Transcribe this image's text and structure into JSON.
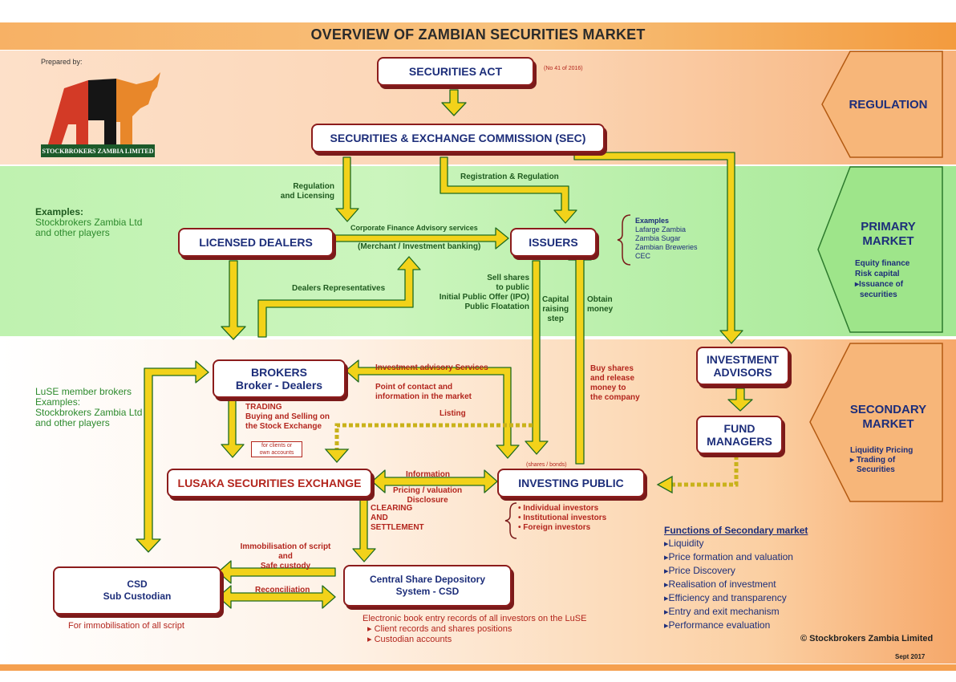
{
  "title": "OVERVIEW OF ZAMBIAN SECURITIES MARKET",
  "prepared_by": "Prepared by:",
  "logo_text": "STOCKBROKERS ZAMBIA LIMITED",
  "nodes": {
    "securities_act": "SECURITIES ACT",
    "act_note": "(No 41 of 2016)",
    "sec": "SECURITIES & EXCHANGE COMMISSION (SEC)",
    "licensed_dealers": "LICENSED DEALERS",
    "issuers": "ISSUERS",
    "brokers_1": "BROKERS",
    "brokers_2": "Broker - Dealers",
    "lusaka": "LUSAKA SECURITIES EXCHANGE",
    "investing_public": "INVESTING PUBLIC",
    "investment_advisors_1": "INVESTMENT",
    "investment_advisors_2": "ADVISORS",
    "fund_managers_1": "FUND",
    "fund_managers_2": "MANAGERS",
    "csd_1": "CSD",
    "csd_2": "Sub Custodian",
    "central_1": "Central Share Depository",
    "central_2": "System - CSD"
  },
  "sides": {
    "regulation": "REGULATION",
    "primary_1": "PRIMARY",
    "primary_2": "MARKET",
    "primary_items": [
      "Equity finance",
      "Risk capital",
      "Issuance of",
      "securities"
    ],
    "secondary_1": "SECONDARY",
    "secondary_2": "MARKET",
    "secondary_items": [
      "Liquidity Pricing",
      "Trading of",
      "Securities"
    ]
  },
  "labels": {
    "reg_licensing_1": "Regulation",
    "reg_licensing_2": "and Licensing",
    "reg_regulation": "Registration & Regulation",
    "corp_finance": "Corporate Finance Advisory services",
    "merchant": "(Merchant / Investment banking)",
    "dealers_reps": "Dealers Representatives",
    "sell_shares": [
      "Sell shares",
      "to public",
      "Initial Public Offer (IPO)",
      "Public Floatation"
    ],
    "capital_raising": [
      "Capital",
      "raising",
      "step"
    ],
    "obtain_money": [
      "Obtain",
      "money"
    ],
    "buy_shares": [
      "Buy shares",
      "and release",
      "money to",
      "the company"
    ],
    "investment_advisory": "Investment advisory Services",
    "point_contact": [
      "Point of contact and",
      "information in the market"
    ],
    "listing": "Listing",
    "trading": [
      "TRADING",
      "Buying and Selling on",
      "the Stock Exchange"
    ],
    "for_clients": [
      "for clients or",
      "own accounts"
    ],
    "shares_bonds": "(shares / bonds)",
    "information": "Information",
    "pricing": [
      "Pricing / valuation",
      "Disclosure"
    ],
    "clearing": [
      "CLEARING",
      "AND",
      "SETTLEMENT"
    ],
    "investor_types": [
      "• Individual investors",
      "• Institutional investors",
      "• Foreign investors"
    ],
    "immobilisation": [
      "Immobilisation of script",
      "and",
      "Safe custody"
    ],
    "reconciliation": "Reconciliation",
    "for_immobilisation": "For immobilisation of all script",
    "electronic": "Electronic book entry records of all investors on the LuSE",
    "electronic_items": [
      "Client records and shares positions",
      "Custodian accounts"
    ]
  },
  "examples_primary": {
    "heading": "Examples:",
    "lines": [
      "Stockbrokers Zambia Ltd",
      "and other players"
    ]
  },
  "examples_issuers": {
    "heading": "Examples",
    "lines": [
      "Lafarge Zambia",
      "Zambia Sugar",
      "Zambian Breweries",
      "CEC"
    ]
  },
  "examples_secondary": {
    "lines": [
      "LuSE member brokers",
      "Examples:",
      "Stockbrokers Zambia Ltd",
      "and other players"
    ]
  },
  "functions": {
    "heading": "Functions of Secondary market",
    "items": [
      "Liquidity",
      "Price formation and valuation",
      "Price Discovery",
      "Realisation of investment",
      "Efficiency and transparency",
      "Entry and exit mechanism",
      "Performance evaluation"
    ]
  },
  "copyright": "© Stockbrokers Zambia Limited",
  "date": "Sept 2017",
  "colors": {
    "arrow_fill": "#f2d21a",
    "arrow_stroke": "#1f6b1f",
    "box_border": "#8c1c1c",
    "navy": "#1d2e7a",
    "red": "#b3261e"
  }
}
